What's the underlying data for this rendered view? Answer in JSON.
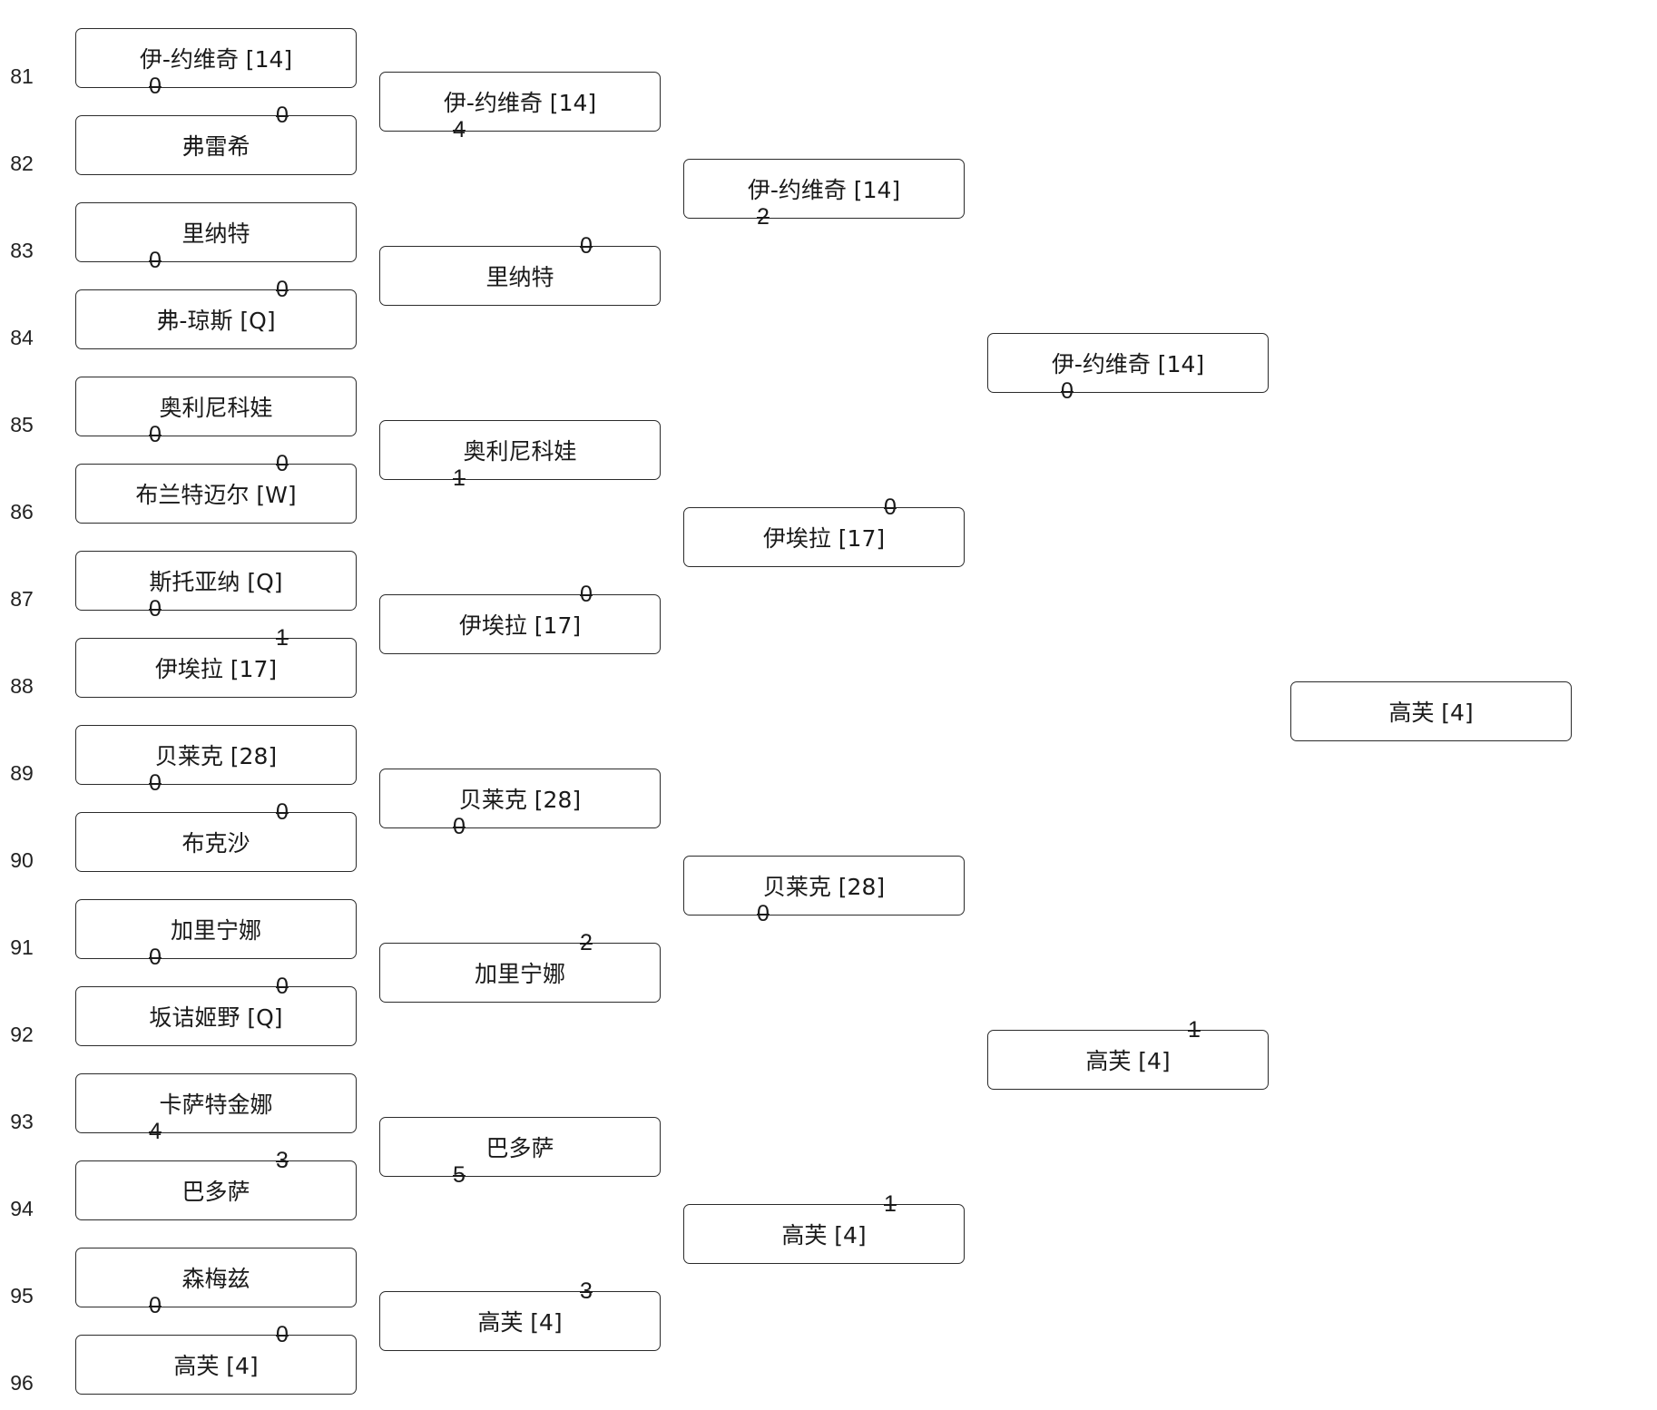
{
  "rounds": [
    {
      "name": "round-1",
      "matches": [
        {
          "top": {
            "seed": "81",
            "name": "伊-约维奇 [14]",
            "score": "0"
          },
          "bottom": {
            "seed": "82",
            "name": "弗雷希",
            "score": "0"
          }
        },
        {
          "top": {
            "seed": "83",
            "name": "里纳特",
            "score": "0"
          },
          "bottom": {
            "seed": "84",
            "name": "弗-琼斯 [Q]",
            "score": "0"
          }
        },
        {
          "top": {
            "seed": "85",
            "name": "奥利尼科娃",
            "score": "0"
          },
          "bottom": {
            "seed": "86",
            "name": "布兰特迈尔 [W]",
            "score": "0"
          }
        },
        {
          "top": {
            "seed": "87",
            "name": "斯托亚纳 [Q]",
            "score": "0"
          },
          "bottom": {
            "seed": "88",
            "name": "伊埃拉 [17]",
            "score": "1"
          }
        },
        {
          "top": {
            "seed": "89",
            "name": "贝莱克 [28]",
            "score": "0"
          },
          "bottom": {
            "seed": "90",
            "name": "布克沙",
            "score": "0"
          }
        },
        {
          "top": {
            "seed": "91",
            "name": "加里宁娜",
            "score": "0"
          },
          "bottom": {
            "seed": "92",
            "name": "坂诘姬野 [Q]",
            "score": "0"
          }
        },
        {
          "top": {
            "seed": "93",
            "name": "卡萨特金娜",
            "score": "4"
          },
          "bottom": {
            "seed": "94",
            "name": "巴多萨",
            "score": "3"
          }
        },
        {
          "top": {
            "seed": "95",
            "name": "森梅兹",
            "score": "0"
          },
          "bottom": {
            "seed": "96",
            "name": "高芙 [4]",
            "score": "0"
          }
        }
      ]
    },
    {
      "name": "round-2",
      "matches": [
        {
          "top": {
            "name": "伊-约维奇 [14]",
            "score": "4"
          },
          "bottom": {
            "name": "里纳特",
            "score": "0"
          }
        },
        {
          "top": {
            "name": "奥利尼科娃",
            "score": "1"
          },
          "bottom": {
            "name": "伊埃拉 [17]",
            "score": "0"
          }
        },
        {
          "top": {
            "name": "贝莱克 [28]",
            "score": "0"
          },
          "bottom": {
            "name": "加里宁娜",
            "score": "2"
          }
        },
        {
          "top": {
            "name": "巴多萨",
            "score": "5"
          },
          "bottom": {
            "name": "高芙 [4]",
            "score": "3"
          }
        }
      ]
    },
    {
      "name": "round-3",
      "matches": [
        {
          "top": {
            "name": "伊-约维奇 [14]",
            "score": "2"
          },
          "bottom": {
            "name": "伊埃拉 [17]",
            "score": "0"
          }
        },
        {
          "top": {
            "name": "贝莱克 [28]",
            "score": "0"
          },
          "bottom": {
            "name": "高芙 [4]",
            "score": "1"
          }
        }
      ]
    },
    {
      "name": "round-4",
      "matches": [
        {
          "top": {
            "name": "伊-约维奇 [14]",
            "score": "0"
          },
          "bottom": {
            "name": "高芙 [4]",
            "score": "1"
          }
        }
      ]
    },
    {
      "name": "final",
      "matches": [
        {
          "top": {
            "name": "高芙 [4]"
          }
        }
      ]
    }
  ]
}
